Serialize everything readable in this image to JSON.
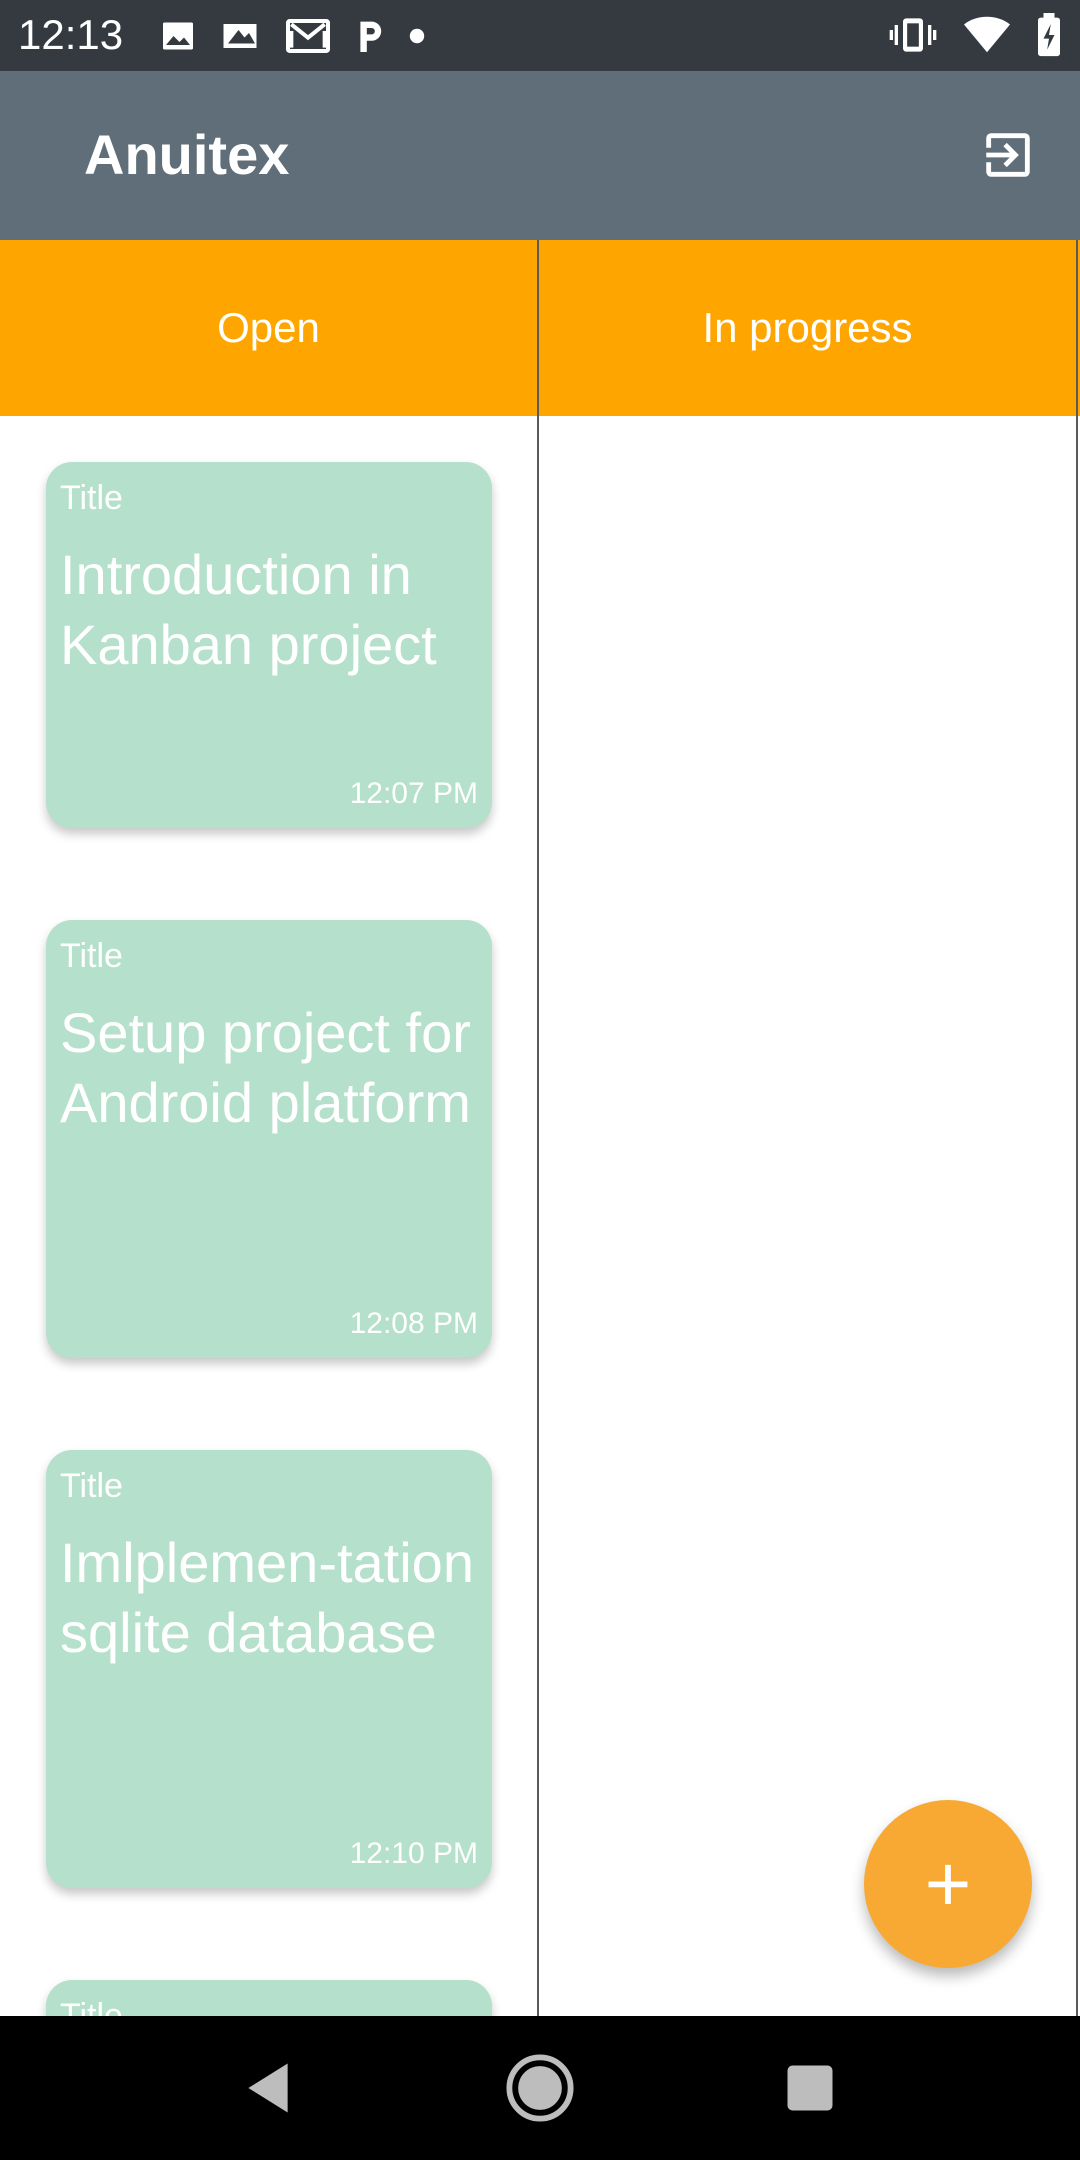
{
  "status_bar": {
    "time": "12:13",
    "left_icons": [
      "image-icon",
      "gallery-icon",
      "gmail-icon",
      "parking-icon",
      "dot-icon"
    ],
    "right_icons": [
      "vibrate-icon",
      "wifi-icon",
      "battery-icon"
    ]
  },
  "app_bar": {
    "title": "Anuitex",
    "action_icon": "logout-icon"
  },
  "columns": [
    {
      "label": "Open"
    },
    {
      "label": "In progress"
    }
  ],
  "cards": [
    {
      "label": "Title",
      "title": "Introduction in Kanban project",
      "time": "12:07 PM"
    },
    {
      "label": "Title",
      "title": "Setup project for Android platform",
      "time": "12:08 PM"
    },
    {
      "label": "Title",
      "title": "Imlplemen-tation sqlite database",
      "time": "12:10 PM"
    },
    {
      "label": "Title",
      "title": "",
      "time": ""
    }
  ],
  "fab": {
    "icon": "plus-icon",
    "label": "+"
  },
  "nav_bar": {
    "icons": [
      "back-icon",
      "home-icon",
      "recents-icon"
    ]
  },
  "colors": {
    "status_bar": "#343a40",
    "app_bar": "#5f6e78",
    "column_header": "#ffa500",
    "card": "#b5e0cb",
    "fab": "#f7a933"
  }
}
